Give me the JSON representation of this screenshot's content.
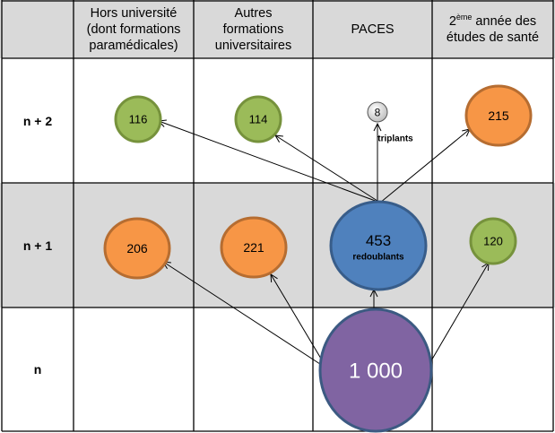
{
  "header": {
    "corner": "",
    "columns": [
      {
        "id": "hors-univ",
        "lines": [
          "Hors université",
          "(dont formations",
          "paramédicales)"
        ]
      },
      {
        "id": "autres-univ",
        "lines": [
          "Autres",
          "formations",
          "universitaires"
        ]
      },
      {
        "id": "paces",
        "lines": [
          "PACES"
        ]
      },
      {
        "id": "deuxieme-annee",
        "prefix": "2",
        "sup": "ème",
        "lines_after": [
          " année des",
          "études de santé"
        ]
      }
    ]
  },
  "rows": [
    {
      "id": "n-plus-2",
      "label": "n + 2"
    },
    {
      "id": "n-plus-1",
      "label": "n + 1"
    },
    {
      "id": "n",
      "label": "n"
    }
  ],
  "nodes": [
    {
      "id": "n2-hors",
      "row": "n + 2",
      "column": "Hors université",
      "value": "116",
      "color": "#9bbb59",
      "stroke": "#76923c"
    },
    {
      "id": "n2-autres",
      "row": "n + 2",
      "column": "Autres formations universitaires",
      "value": "114",
      "color": "#9bbb59",
      "stroke": "#76923c"
    },
    {
      "id": "n2-paces",
      "row": "n + 2",
      "column": "PACES",
      "value": "8",
      "sublabel": "triplants",
      "color": "#e0e0e0",
      "stroke": "#555555"
    },
    {
      "id": "n2-2eme",
      "row": "n + 2",
      "column": "2ème année des études de santé",
      "value": "215",
      "color": "#f79646",
      "stroke": "#b66d31"
    },
    {
      "id": "n1-hors",
      "row": "n + 1",
      "column": "Hors université",
      "value": "206",
      "color": "#f79646",
      "stroke": "#b66d31"
    },
    {
      "id": "n1-autres",
      "row": "n + 1",
      "column": "Autres formations universitaires",
      "value": "221",
      "color": "#f79646",
      "stroke": "#b66d31"
    },
    {
      "id": "n1-paces",
      "row": "n + 1",
      "column": "PACES",
      "value": "453",
      "sublabel": "redoublants",
      "color": "#4f81bd",
      "stroke": "#385d8a"
    },
    {
      "id": "n1-2eme",
      "row": "n + 1",
      "column": "2ème année des études de santé",
      "value": "120",
      "color": "#9bbb59",
      "stroke": "#76923c"
    },
    {
      "id": "n-paces",
      "row": "n",
      "column": "PACES",
      "value": "1 000",
      "color": "#8064a2",
      "stroke": "#3c5a82"
    }
  ],
  "edges": [
    {
      "from": "n1-paces",
      "to": "n2-hors"
    },
    {
      "from": "n1-paces",
      "to": "n2-autres"
    },
    {
      "from": "n1-paces",
      "to": "n2-paces"
    },
    {
      "from": "n1-paces",
      "to": "n2-2eme"
    },
    {
      "from": "n-paces",
      "to": "n1-hors"
    },
    {
      "from": "n-paces",
      "to": "n1-autres"
    },
    {
      "from": "n-paces",
      "to": "n1-paces"
    },
    {
      "from": "n-paces",
      "to": "n1-2eme"
    }
  ],
  "colors": {
    "header_bg": "#d9d9d9",
    "shaded_row_bg": "#d9d9d9",
    "grid": "#000000"
  }
}
